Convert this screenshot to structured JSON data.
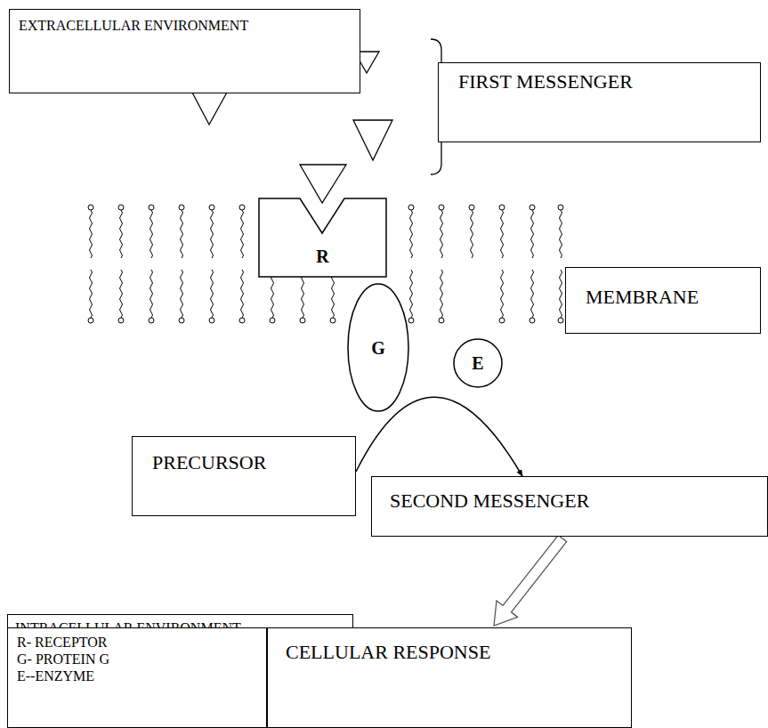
{
  "diagram": {
    "nodes": [
      {
        "text": [
          "EXTRACELLULAR ENVIRONMENT"
        ]
      },
      {
        "text": [
          "FIRST MESSENGER"
        ]
      },
      {
        "text": [
          "R"
        ]
      },
      {
        "text": [
          "MEMBRANE"
        ]
      },
      {
        "text": [
          "G"
        ]
      },
      {
        "text": [
          "E"
        ]
      },
      {
        "text": [
          "PRECURSOR"
        ]
      },
      {
        "text": [
          "SECOND MESSENGER"
        ]
      },
      {
        "text": [
          "INTRACELLULAR ENVIRONMENT"
        ]
      },
      {
        "text": [
          "R- RECEPTOR",
          "G- PROTEIN G",
          "E--ENZYME"
        ]
      },
      {
        "text": [
          "CELLULAR RESPONSE"
        ]
      }
    ],
    "edges": [
      {
        "from": 6,
        "to": 7,
        "arrow": "to"
      },
      {
        "from": 7,
        "to": 10,
        "arrow": "to"
      }
    ]
  }
}
